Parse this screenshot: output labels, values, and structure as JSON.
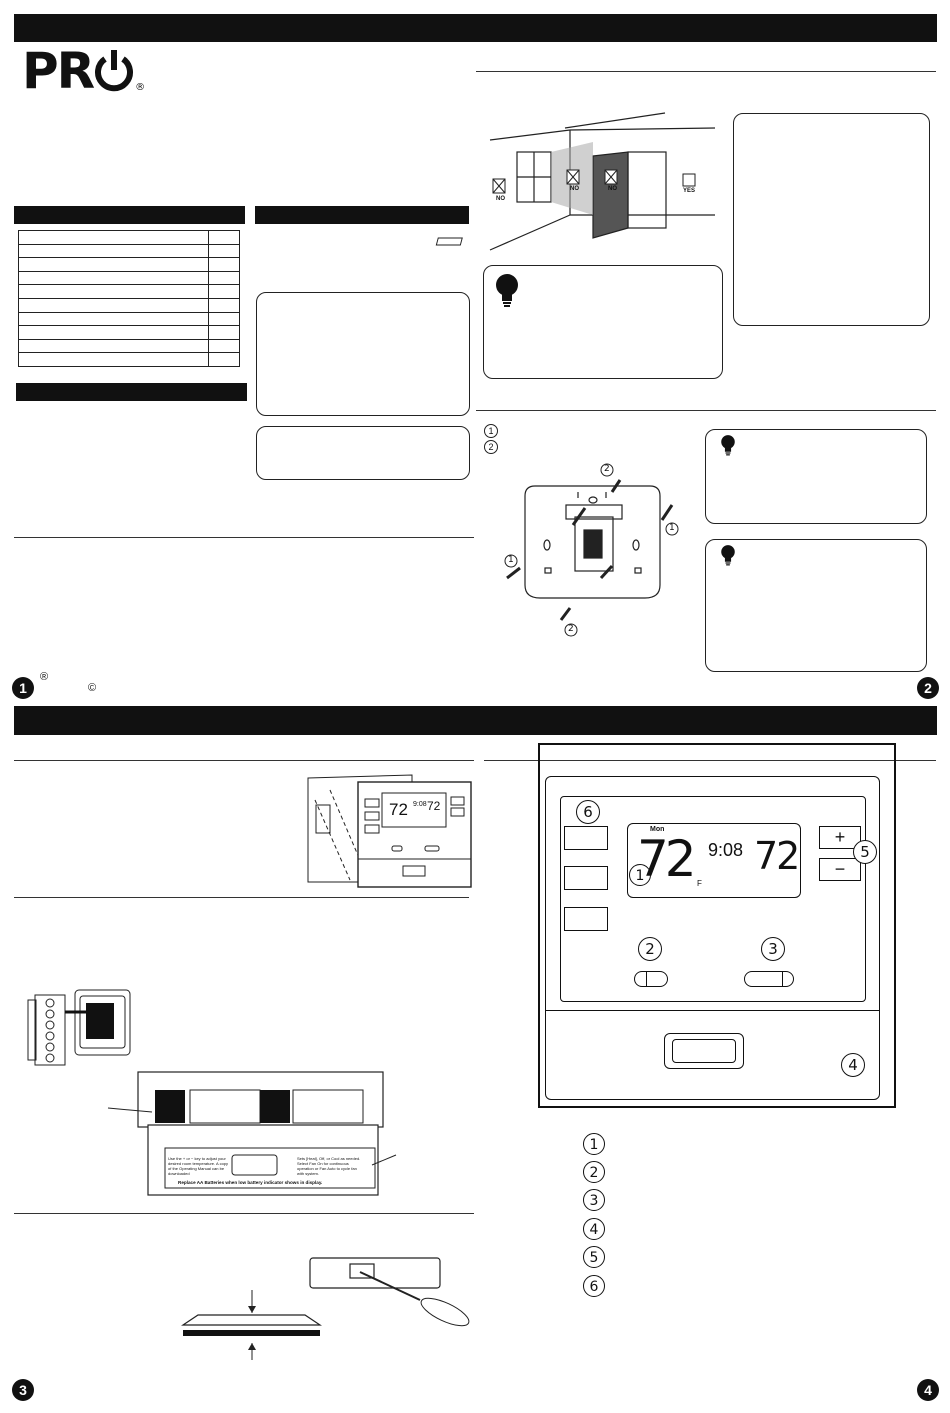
{
  "brand": {
    "name": "PR",
    "registered": "®"
  },
  "parts_table": {
    "rows": 10
  },
  "marks": {
    "registered": "®",
    "copyright": "©"
  },
  "page_numbers": [
    "1",
    "2",
    "3",
    "4"
  ],
  "location_labels": [
    "NO",
    "NO",
    "NO",
    "YES"
  ],
  "mount_steps": [
    "1",
    "2"
  ],
  "display": {
    "day": "Mon",
    "set_temp": "72",
    "time": "9:08",
    "room_temp": "72",
    "unit": "F",
    "plus": "+",
    "minus": "−"
  },
  "callouts": [
    "1",
    "2",
    "3",
    "4",
    "5",
    "6"
  ],
  "legend_numbers": [
    "1",
    "2",
    "3",
    "4",
    "5",
    "6"
  ],
  "battery_label": {
    "line1": "Use the + or − key to adjust your desired room temperature. A copy of the Operating Manual can be downloaded",
    "line2": "Sets [Heat], Off, or Cool as needed. Select Fan On for continuous operation or Fan Auto to cycle fan with system.",
    "footer": "Replace AA Batteries when low battery indicator shows in display."
  },
  "small_display": {
    "set": "72",
    "time": "9:08",
    "room": "72"
  }
}
